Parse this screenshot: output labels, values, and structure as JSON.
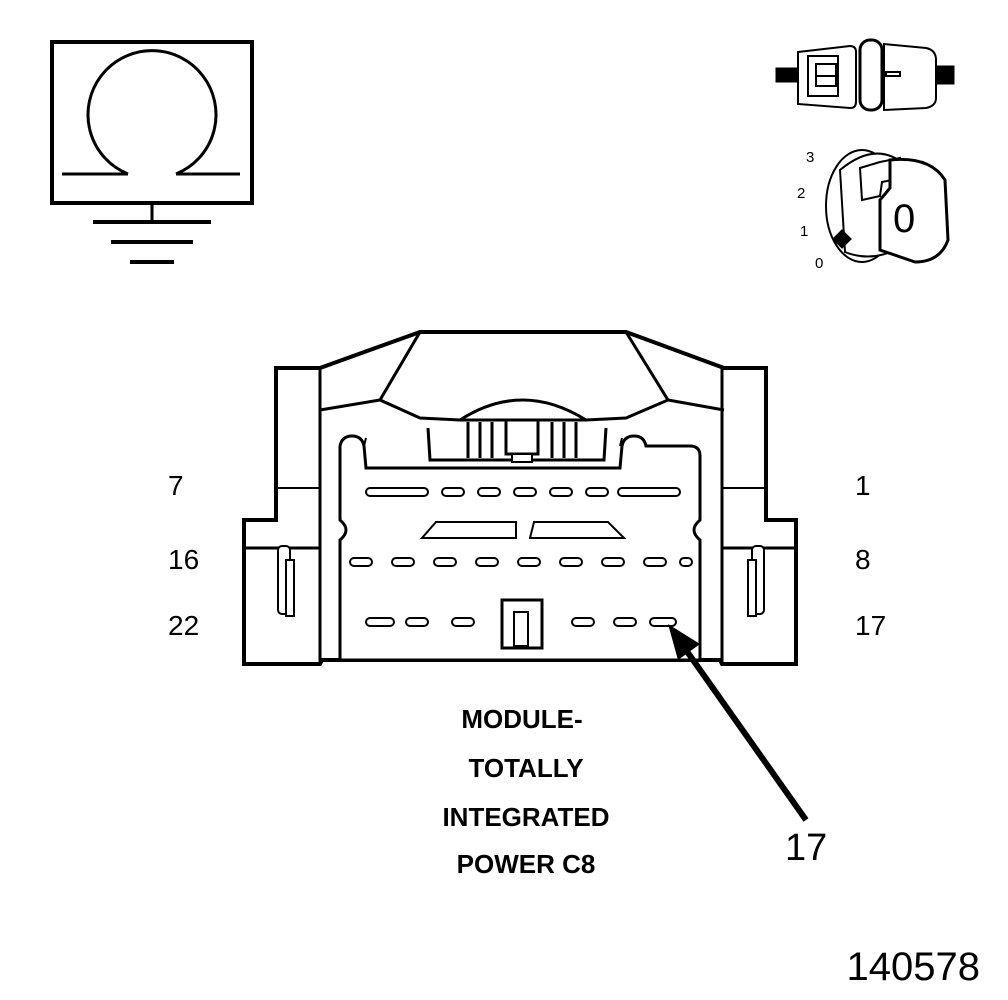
{
  "connector": {
    "pin_labels": {
      "row1_left": "7",
      "row1_right": "1",
      "row2_left": "16",
      "row2_right": "8",
      "row3_left": "22",
      "row3_right": "17"
    },
    "caption_lines": [
      "MODULE-",
      "TOTALLY",
      "INTEGRATED",
      "POWER C8"
    ],
    "callout_pin": "17"
  },
  "ignition_key": {
    "positions": [
      "3",
      "2",
      "1",
      "0"
    ],
    "key_face": "0"
  },
  "figure_number": "140578",
  "icons": {
    "meter": "ohmmeter-icon",
    "disconnect": "connector-disconnected-icon",
    "ignition": "ignition-key-off-icon"
  }
}
